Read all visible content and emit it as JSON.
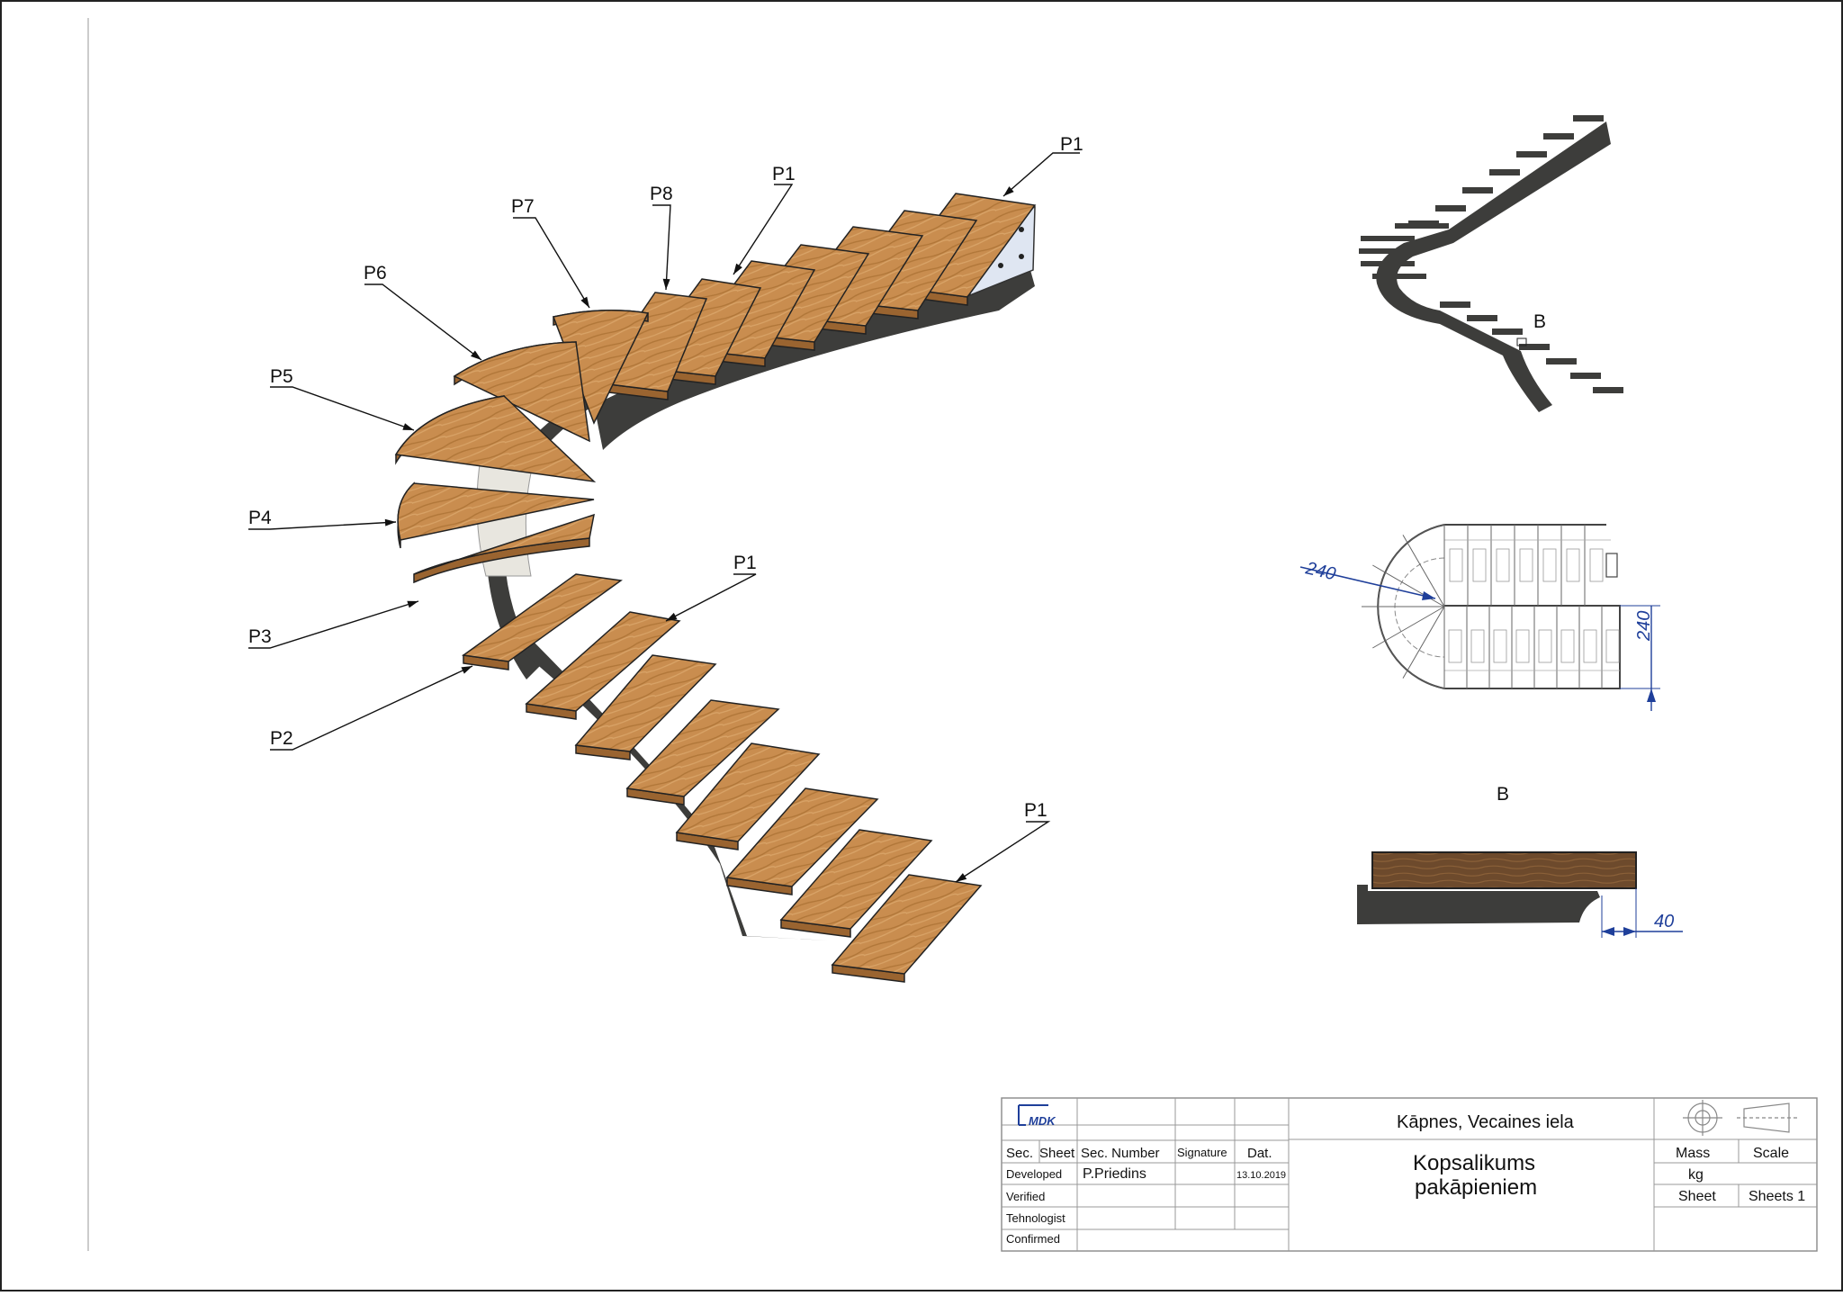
{
  "labels": {
    "p1_top": "P1",
    "p8": "P8",
    "p7": "P7",
    "p6": "P6",
    "p5": "P5",
    "p4": "P4",
    "p3": "P3",
    "p2": "P2",
    "p1_mid": "P1",
    "p1_bottom": "P1",
    "view_b_marker": "B",
    "detail_b_title": "B"
  },
  "dimensions": {
    "plan_radius": "240",
    "plan_width": "240",
    "detail_overhang": "40"
  },
  "title_block": {
    "logo": "MDK",
    "project": "Kāpnes, Vecaines iela",
    "drawing_title_1": "Kopsalikums",
    "drawing_title_2": "pakāpieniem",
    "col_sec": "Sec.",
    "col_sheet": "Sheet",
    "col_sec_number": "Sec. Number",
    "col_signature": "Signature",
    "col_date": "Dat.",
    "row_developed": "Developed",
    "row_verified": "Verified",
    "row_technologist": "Tehnologist",
    "row_confirmed": "Confirmed",
    "developer_name": "P.Priedins",
    "date_value": "13.10.2019",
    "mass_label": "Mass",
    "scale_label": "Scale",
    "mass_unit": "kg",
    "sheet_label": "Sheet",
    "sheets_value": "Sheets 1"
  },
  "colors": {
    "wood": "#c98d4f",
    "wood_dark": "#9a6430",
    "steel": "#3d3d3b",
    "dimension": "#1f3f9a",
    "lines": "#222222"
  }
}
